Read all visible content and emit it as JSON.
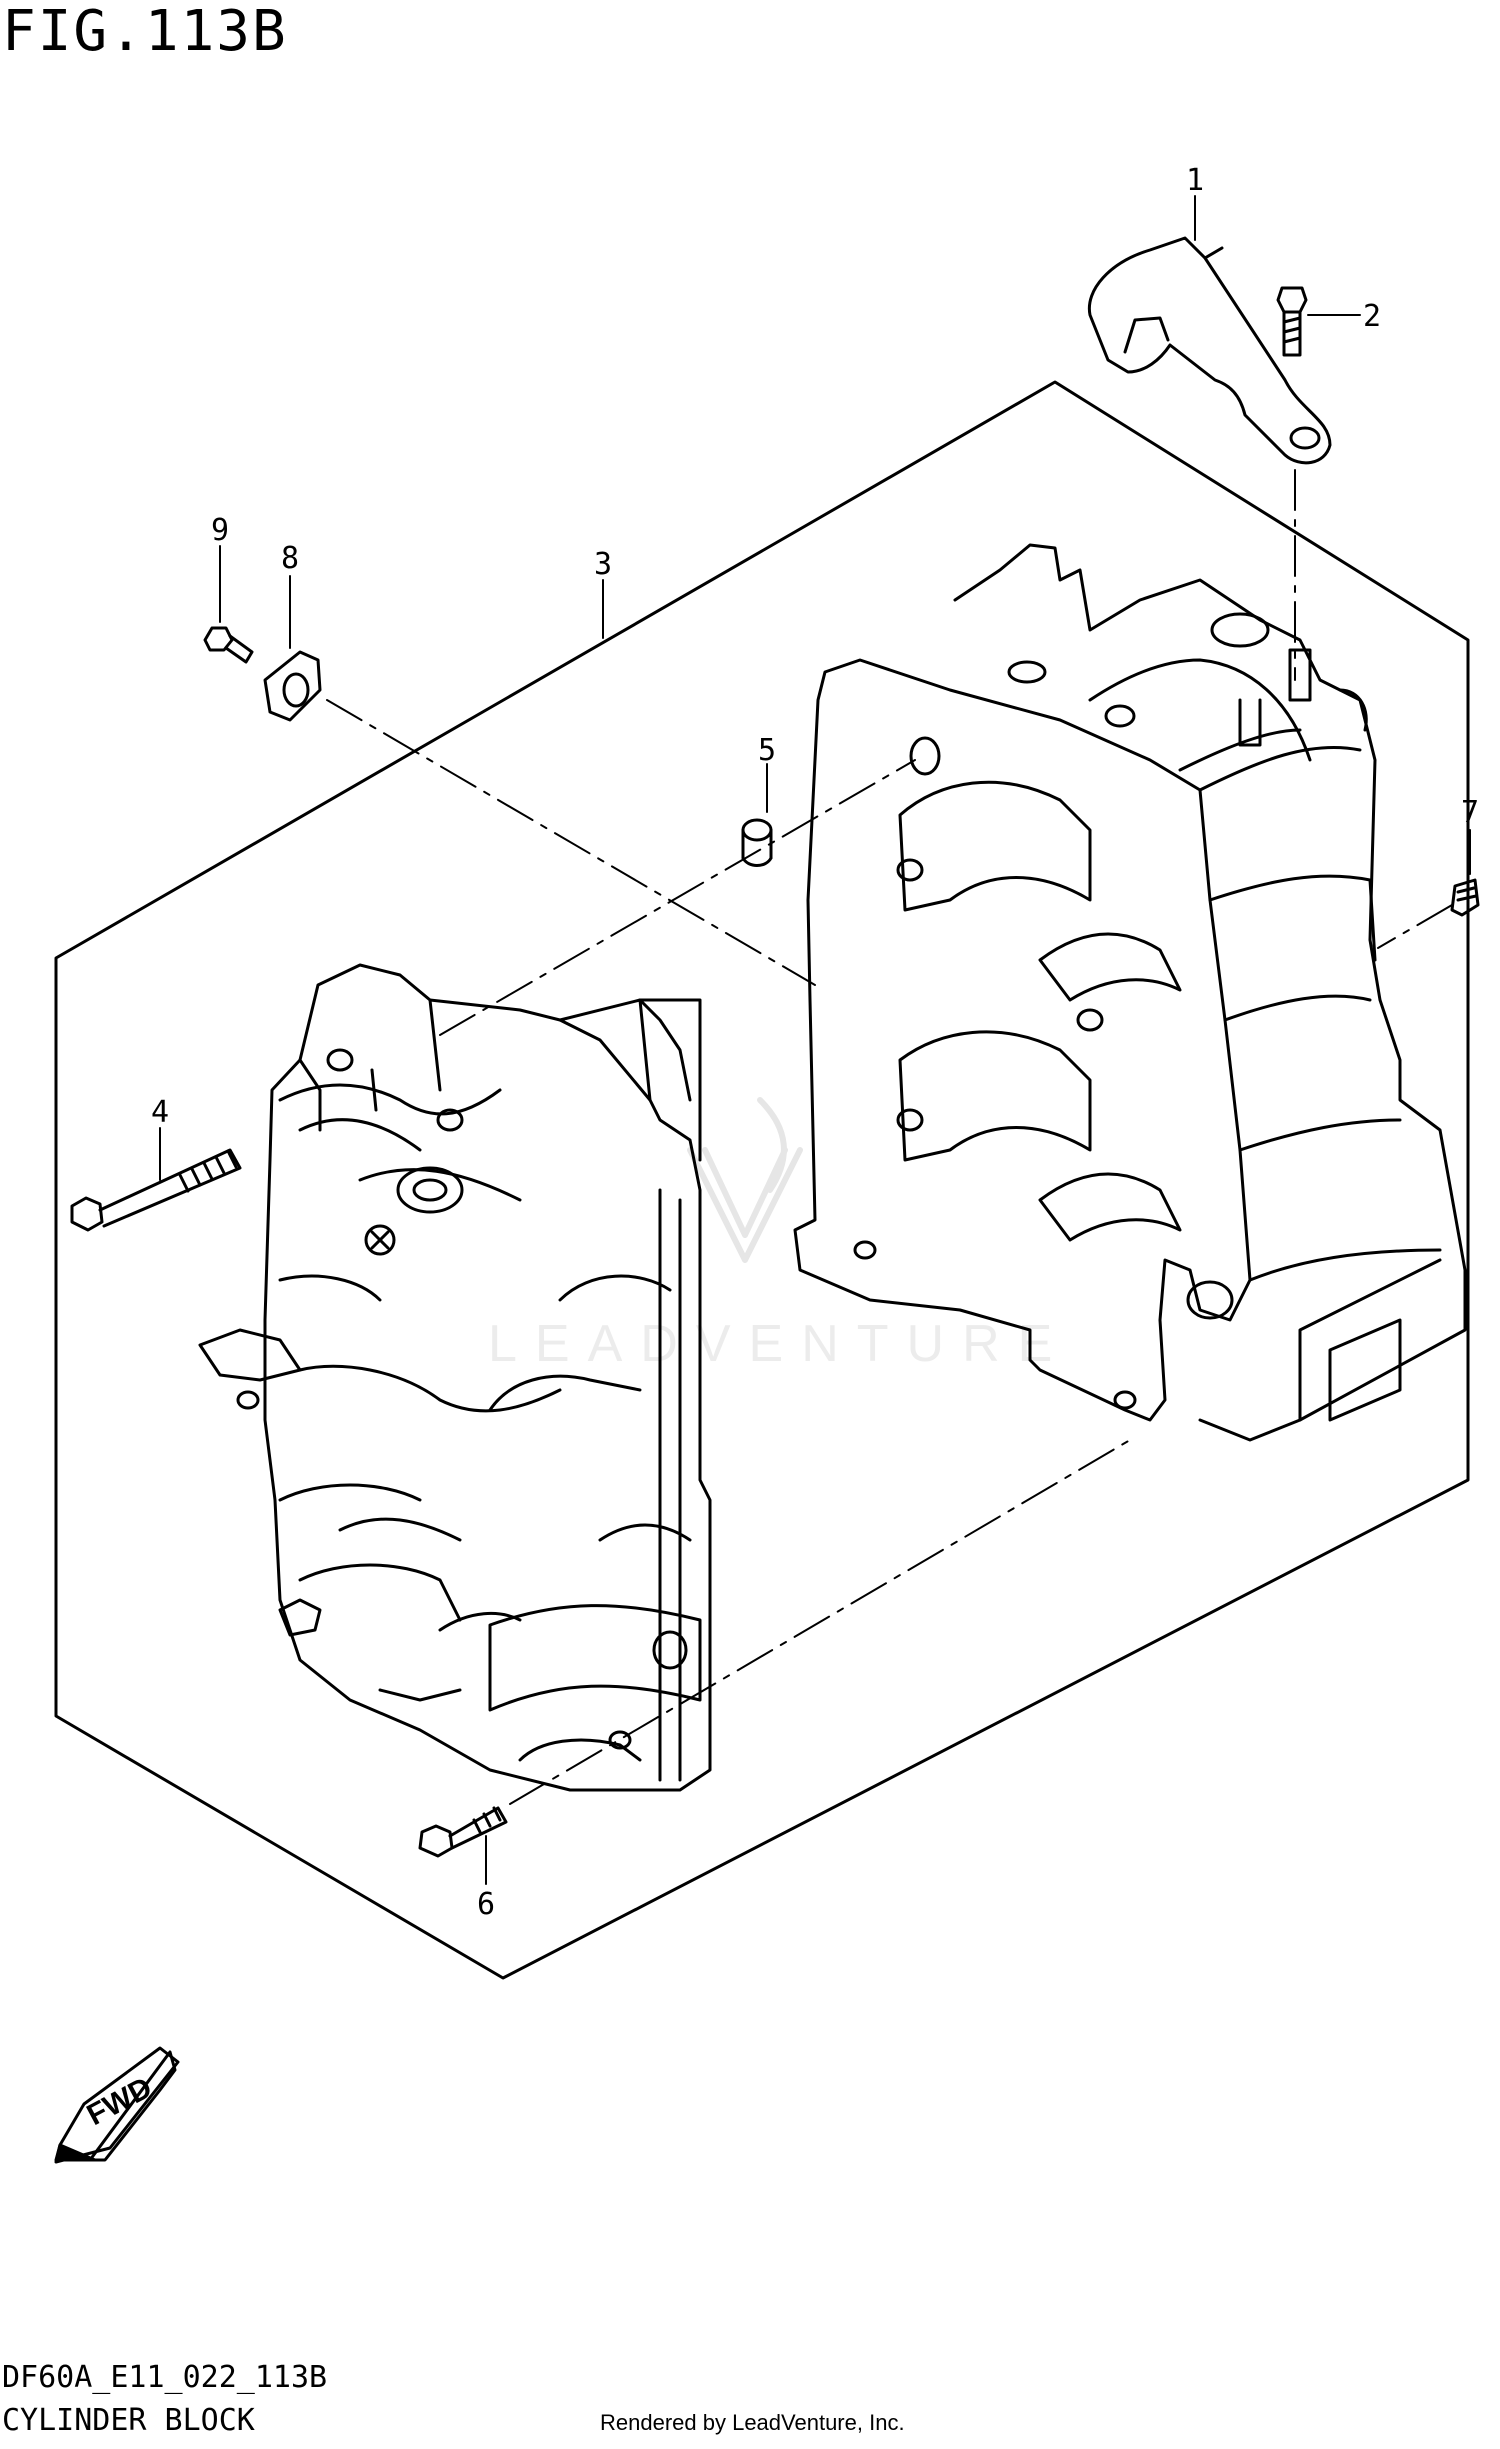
{
  "figure": {
    "title": "FIG.113B",
    "code": "DF60A_E11_022_113B",
    "name": "CYLINDER BLOCK",
    "credit": "Rendered by LeadVenture, Inc.",
    "watermark": "LEADVENTURE"
  },
  "callouts": [
    "1",
    "2",
    "3",
    "4",
    "5",
    "6",
    "7",
    "8",
    "9"
  ],
  "direction_badge": "FWD",
  "colors": {
    "line": "#000000",
    "background": "#ffffff",
    "watermark": "#ececec"
  }
}
